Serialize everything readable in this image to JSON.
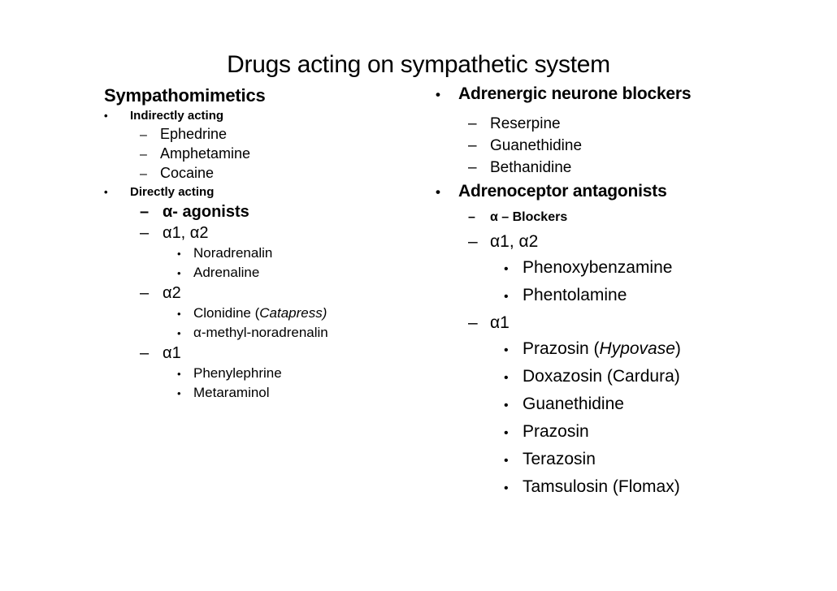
{
  "slide": {
    "title": "Drugs acting on sympathetic system",
    "background_color": "#ffffff",
    "text_color": "#000000",
    "markers": {
      "bullet": "•",
      "dash": "–"
    },
    "left_column": {
      "heading": "Sympathomimetics",
      "items": [
        {
          "level": 1,
          "size": "sm",
          "bold": true,
          "text": "Indirectly acting"
        },
        {
          "level": 2,
          "size": "sm",
          "bold": false,
          "text": "Ephedrine"
        },
        {
          "level": 2,
          "size": "sm",
          "bold": false,
          "text": "Amphetamine"
        },
        {
          "level": 2,
          "size": "sm",
          "bold": false,
          "text": "Cocaine"
        },
        {
          "level": 1,
          "size": "sm",
          "bold": true,
          "text": "Directly acting"
        },
        {
          "level": 2,
          "size": "lg",
          "bold": true,
          "text": "α- agonists"
        },
        {
          "level": 2,
          "size": "lg",
          "bold": false,
          "text": "α1, α2"
        },
        {
          "level": 3,
          "size": "sm",
          "bold": false,
          "text": "Noradrenalin"
        },
        {
          "level": 3,
          "size": "sm",
          "bold": false,
          "text": "Adrenaline"
        },
        {
          "level": 2,
          "size": "lg",
          "bold": false,
          "text": "α2"
        },
        {
          "level": 3,
          "size": "sm",
          "bold": false,
          "segments": [
            {
              "text": "Clonidine ("
            },
            {
              "text": "Catapress)",
              "italic": true
            }
          ]
        },
        {
          "level": 3,
          "size": "sm",
          "bold": false,
          "text": "α-methyl-noradrenalin"
        },
        {
          "level": 2,
          "size": "lg",
          "bold": false,
          "text": "α1"
        },
        {
          "level": 3,
          "size": "sm",
          "bold": false,
          "text": "Phenylephrine"
        },
        {
          "level": 3,
          "size": "sm",
          "bold": false,
          "text": "Metaraminol"
        }
      ]
    },
    "right_column": {
      "items": [
        {
          "level": 1,
          "size": "lg",
          "bold": true,
          "text": "Adrenergic neurone blockers"
        },
        {
          "level": 2,
          "size": "md",
          "bold": false,
          "text": "Reserpine"
        },
        {
          "level": 2,
          "size": "md",
          "bold": false,
          "text": "Guanethidine"
        },
        {
          "level": 2,
          "size": "md",
          "bold": false,
          "text": "Bethanidine"
        },
        {
          "level": 1,
          "size": "lg",
          "bold": true,
          "text": "Adrenoceptor antagonists"
        },
        {
          "level": 2,
          "size": "sm",
          "bold": true,
          "text": "α – Blockers"
        },
        {
          "level": 2,
          "size": "lg",
          "bold": false,
          "text": "α1, α2"
        },
        {
          "level": 3,
          "size": "lg",
          "bold": false,
          "text": "Phenoxybenzamine"
        },
        {
          "level": 3,
          "size": "lg",
          "bold": false,
          "text": "Phentolamine"
        },
        {
          "level": 2,
          "size": "lg",
          "bold": false,
          "text": "α1"
        },
        {
          "level": 3,
          "size": "lg",
          "bold": false,
          "segments": [
            {
              "text": "Prazosin ("
            },
            {
              "text": "Hypovase",
              "italic": true
            },
            {
              "text": ")"
            }
          ]
        },
        {
          "level": 3,
          "size": "lg",
          "bold": false,
          "text": "Doxazosin (Cardura)"
        },
        {
          "level": 3,
          "size": "lg",
          "bold": false,
          "text": "Guanethidine"
        },
        {
          "level": 3,
          "size": "lg",
          "bold": false,
          "text": "Prazosin"
        },
        {
          "level": 3,
          "size": "lg",
          "bold": false,
          "text": "Terazosin"
        },
        {
          "level": 3,
          "size": "lg",
          "bold": false,
          "text": "Tamsulosin (Flomax)"
        }
      ]
    }
  }
}
